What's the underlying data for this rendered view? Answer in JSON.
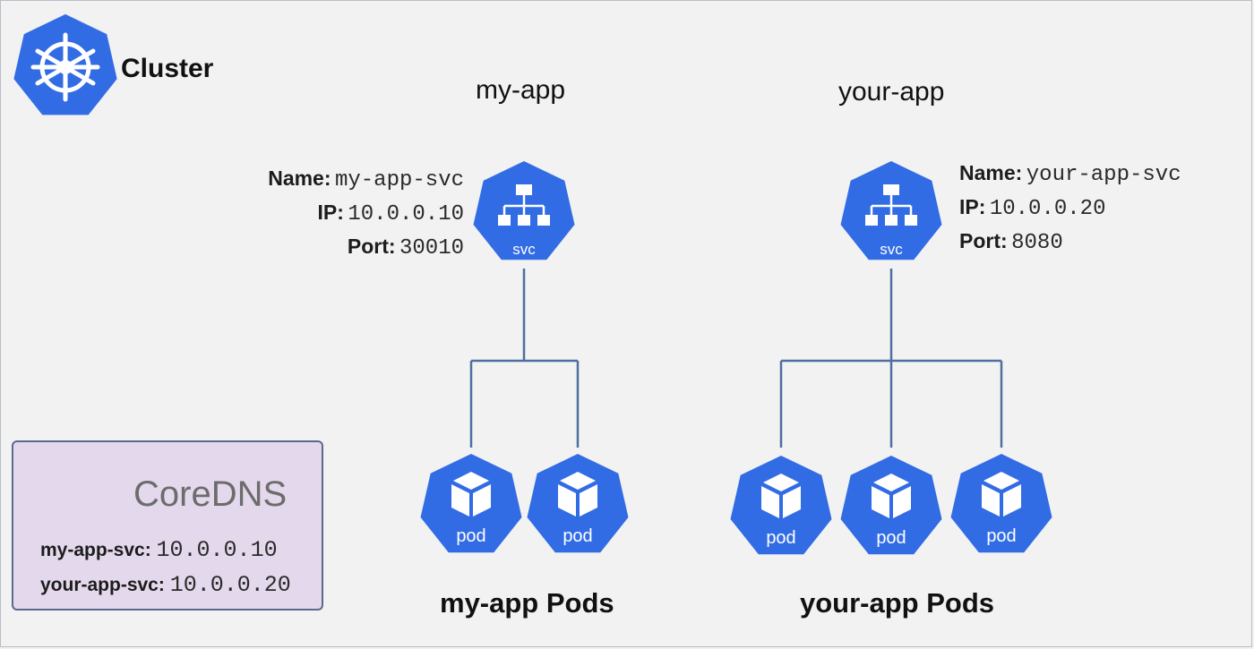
{
  "cluster": {
    "label": "Cluster",
    "icon": "kubernetes-helm-icon"
  },
  "apps": [
    {
      "title": "my-app",
      "service": {
        "name_label": "Name:",
        "name": "my-app-svc",
        "ip_label": "IP:",
        "ip": "10.0.0.10",
        "port_label": "Port:",
        "port": "30010",
        "icon_text": "svc"
      },
      "pods": [
        "pod",
        "pod"
      ],
      "pods_label": "my-app Pods"
    },
    {
      "title": "your-app",
      "service": {
        "name_label": "Name:",
        "name": "your-app-svc",
        "ip_label": "IP:",
        "ip": "10.0.0.20",
        "port_label": "Port:",
        "port": "8080",
        "icon_text": "svc"
      },
      "pods": [
        "pod",
        "pod",
        "pod"
      ],
      "pods_label": "your-app Pods"
    }
  ],
  "coredns": {
    "brand_prefix": "Core",
    "brand_suffix": "DNS",
    "records": [
      {
        "host": "my-app-svc:",
        "ip": "10.0.0.10"
      },
      {
        "host": "your-app-svc:",
        "ip": "10.0.0.20"
      }
    ]
  },
  "colors": {
    "k8s_blue": "#326ce5",
    "line": "#4f6f9f",
    "coredns_bg": "#e4d9ec",
    "coredns_border": "#5a6990",
    "coredns_purple": "#5b2a86",
    "background": "#f2f2f2"
  }
}
